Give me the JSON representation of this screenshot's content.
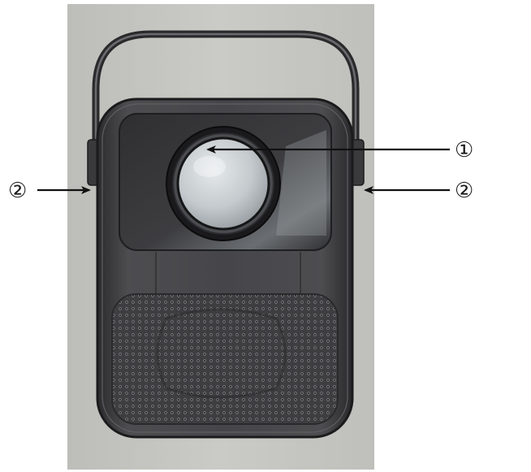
{
  "figure": {
    "callouts": [
      {
        "marker": "①"
      },
      {
        "marker": "②"
      },
      {
        "marker": "②"
      }
    ]
  },
  "colors": {
    "backdrop": "#c3c3c0",
    "body": "#4a4a4c",
    "body_dark": "#262628",
    "front_panel": "#3a3a3c",
    "lens_glass": "#d0d5d8",
    "speaker_grille": "#3c3c3e",
    "arrow": "#111111"
  },
  "icons": [
    "projector-body",
    "lens",
    "handle",
    "speaker-grille",
    "arrow"
  ]
}
